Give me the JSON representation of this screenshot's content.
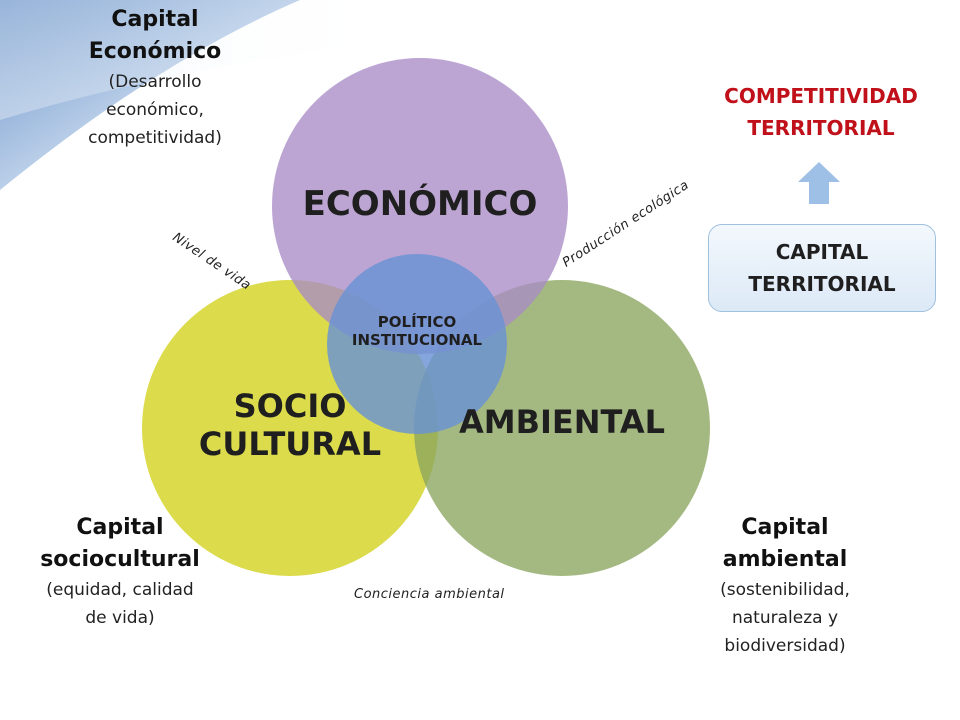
{
  "colors": {
    "economico": "#a98cc6",
    "sociocultural": "#d3d324",
    "ambiental": "#8aa55e",
    "politico": "#6a93d4",
    "competitividad": "#c0101a",
    "arrow": "#9ec0e6",
    "corner_blue": "#5f8fca"
  },
  "circles": {
    "economico": {
      "label": "ECONÓMICO"
    },
    "sociocultural": {
      "line1": "SOCIO",
      "line2": "CULTURAL"
    },
    "ambiental": {
      "label": "AMBIENTAL"
    },
    "politico": {
      "line1": "POLÍTICO",
      "line2": "INSTITUCIONAL"
    }
  },
  "captions": {
    "economico": {
      "line1": "Capital",
      "line2": "Económico",
      "sub1": "(Desarrollo",
      "sub2": "económico,",
      "sub3": "competitividad)"
    },
    "sociocultural": {
      "line1": "Capital",
      "line2": "sociocultural",
      "sub1": "(equidad, calidad",
      "sub2": "de vida)"
    },
    "ambiental": {
      "line1": "Capital",
      "line2": "ambiental",
      "sub1": "(sostenibilidad,",
      "sub2": "naturaleza y",
      "sub3": "biodiversidad)"
    }
  },
  "edge_labels": {
    "nivel_de_vida": "Nivel de vida",
    "produccion_ecologica": "Producción ecológica",
    "conciencia_ambiental": "Conciencia ambiental"
  },
  "competitividad": {
    "line1": "COMPETITIVIDAD",
    "line2": "TERRITORIAL"
  },
  "capital_territorial": {
    "line1": "CAPITAL",
    "line2": "TERRITORIAL"
  },
  "icons": {
    "arrow": "arrow-up-icon"
  }
}
